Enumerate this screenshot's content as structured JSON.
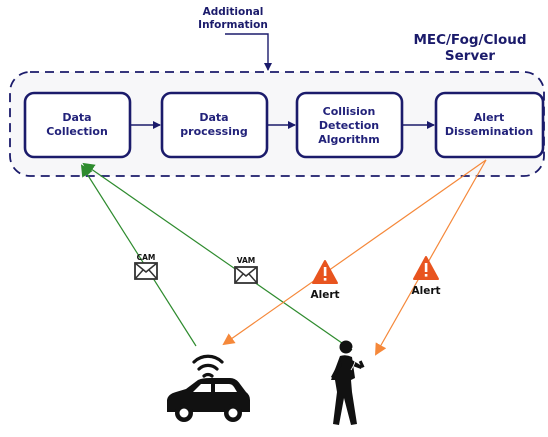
{
  "additional_info": [
    "Additional",
    "Information"
  ],
  "server_label": [
    "MEC/Fog/Cloud",
    "Server"
  ],
  "stages": [
    {
      "lines": [
        "Data",
        "Collection"
      ]
    },
    {
      "lines": [
        "Data",
        "processing"
      ]
    },
    {
      "lines": [
        "Collision",
        "Detection",
        "Algorithm"
      ]
    },
    {
      "lines": [
        "Alert",
        "Dissemination"
      ]
    }
  ],
  "messages": {
    "cam": "CAM",
    "vam": "VAM"
  },
  "alerts": {
    "left": "Alert",
    "right": "Alert"
  },
  "colors": {
    "server_border": "#1b1b6b",
    "box_border": "#1b1b6b",
    "uplink": "#2e8b2e",
    "downlink": "#f5883a",
    "alert_icon": "#e8541f"
  },
  "icons": [
    "car-icon",
    "wifi-icon",
    "pedestrian-icon",
    "envelope-icon",
    "warning-icon"
  ]
}
